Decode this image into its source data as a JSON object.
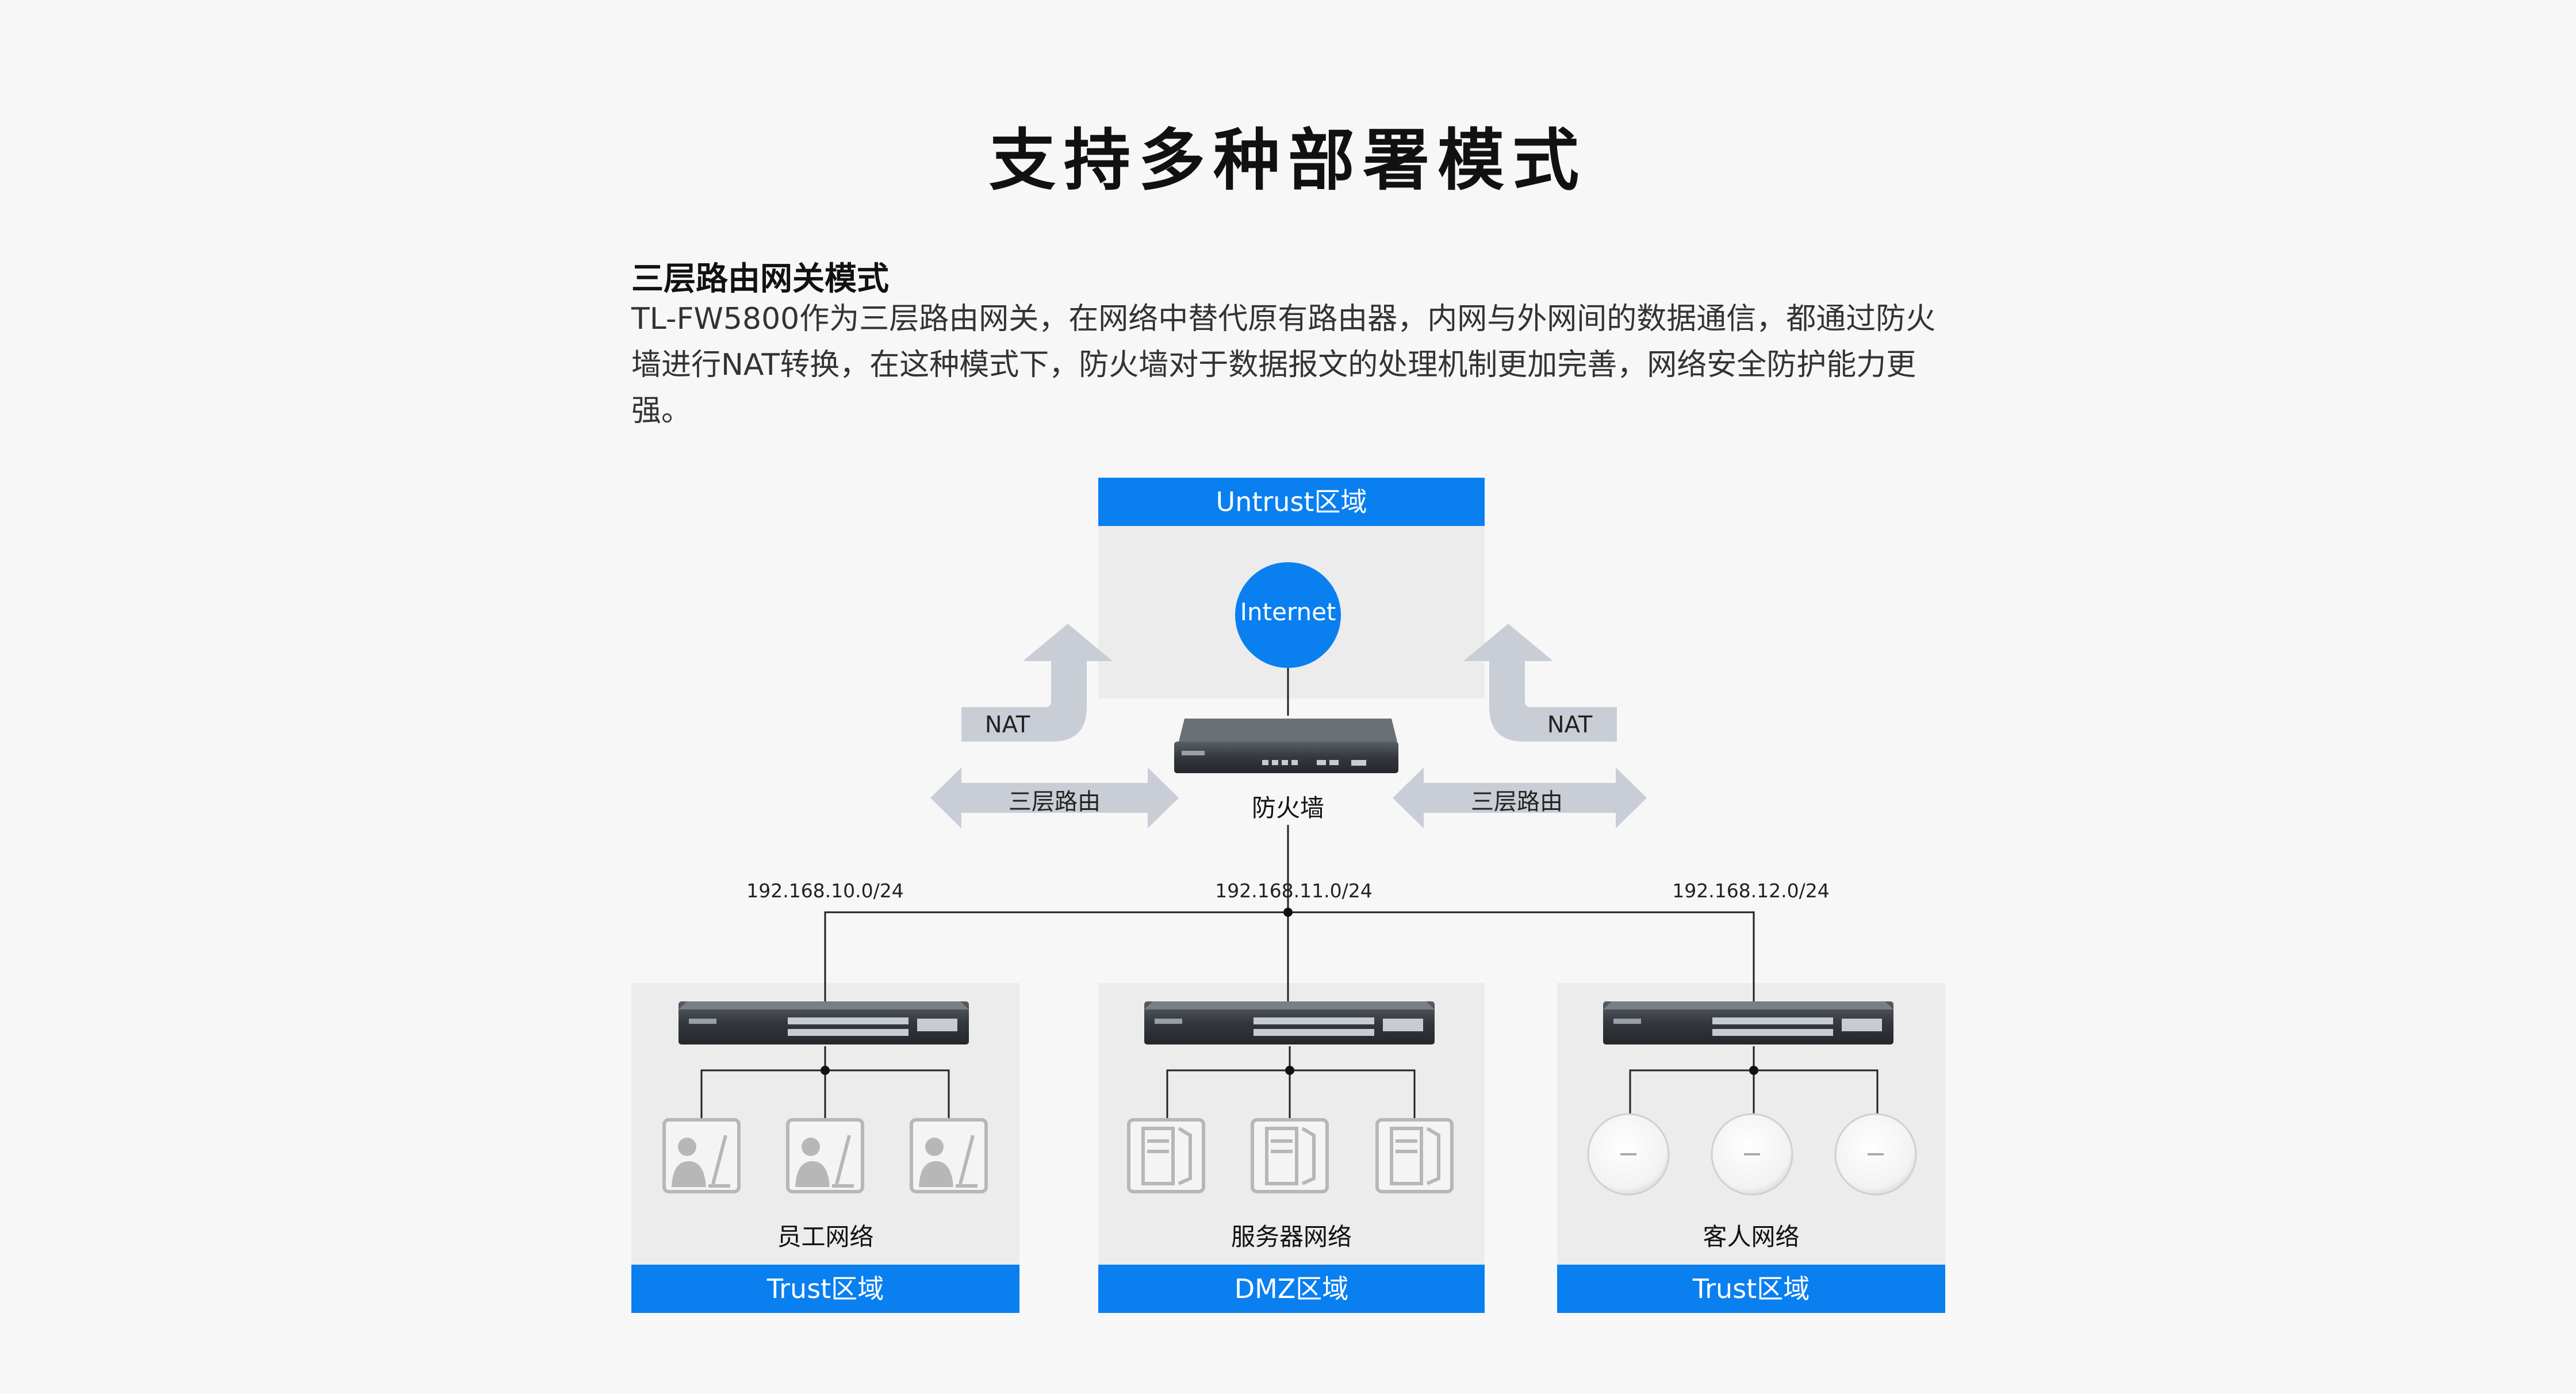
{
  "title": "支持多种部署模式",
  "mode": {
    "name": "三层路由网关模式",
    "description": "TL-FW5800作为三层路由网关，在网络中替代原有路由器，内网与外网间的数据通信，都通过防火墙进行NAT转换，在这种模式下，防火墙对于数据报文的处理机制更加完善，网络安全防护能力更强。"
  },
  "diagram": {
    "untrust_zone": "Untrust区域",
    "internet": "Internet",
    "nat_left": "NAT",
    "nat_right": "NAT",
    "routing_left": "三层路由",
    "routing_right": "三层路由",
    "firewall": "防火墙",
    "subnets": [
      "192.168.10.0/24",
      "192.168.11.0/24",
      "192.168.12.0/24"
    ],
    "groups": [
      {
        "caption": "员工网络",
        "zone": "Trust区域"
      },
      {
        "caption": "服务器网络",
        "zone": "DMZ区域"
      },
      {
        "caption": "客人网络",
        "zone": "Trust区域"
      }
    ]
  },
  "colors": {
    "accent": "#0a7ff0",
    "panel": "#ececec",
    "arrow": "#c9ced6"
  }
}
